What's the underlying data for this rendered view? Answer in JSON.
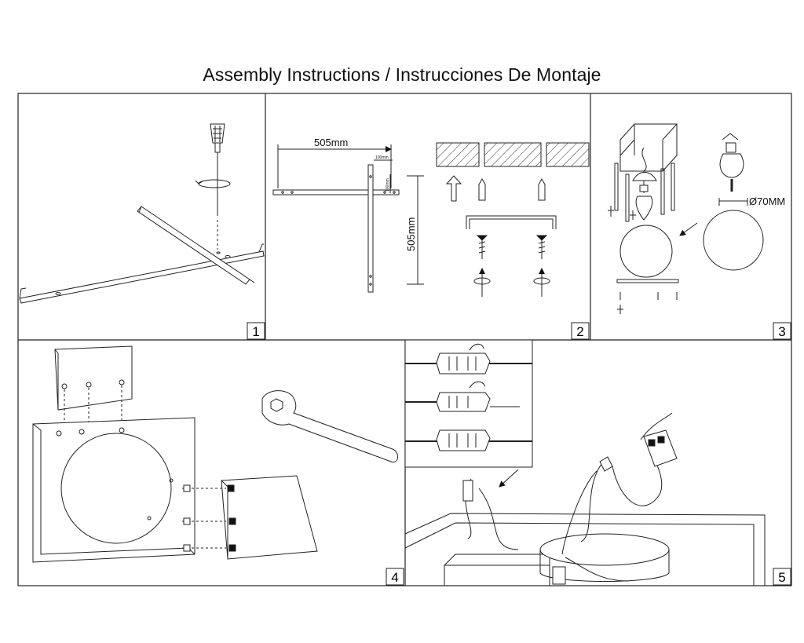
{
  "title": "Assembly Instructions / Instrucciones De Montaje",
  "steps": [
    {
      "number": "1"
    },
    {
      "number": "2",
      "dim_horizontal": "505mm",
      "dim_vertical": "505mm",
      "dim_small_a": "100mm",
      "dim_small_b": "100mm"
    },
    {
      "number": "3",
      "globe_diameter": "Ø70MM"
    },
    {
      "number": "4"
    },
    {
      "number": "5"
    }
  ],
  "icons": [
    "screwdriver-icon",
    "rotate-arrow-icon",
    "wrench-icon",
    "wall-plug-icon",
    "screw-icon",
    "light-bulb-icon",
    "glass-globe-icon",
    "wire-connector-icon",
    "ceiling-hatch-icon"
  ]
}
